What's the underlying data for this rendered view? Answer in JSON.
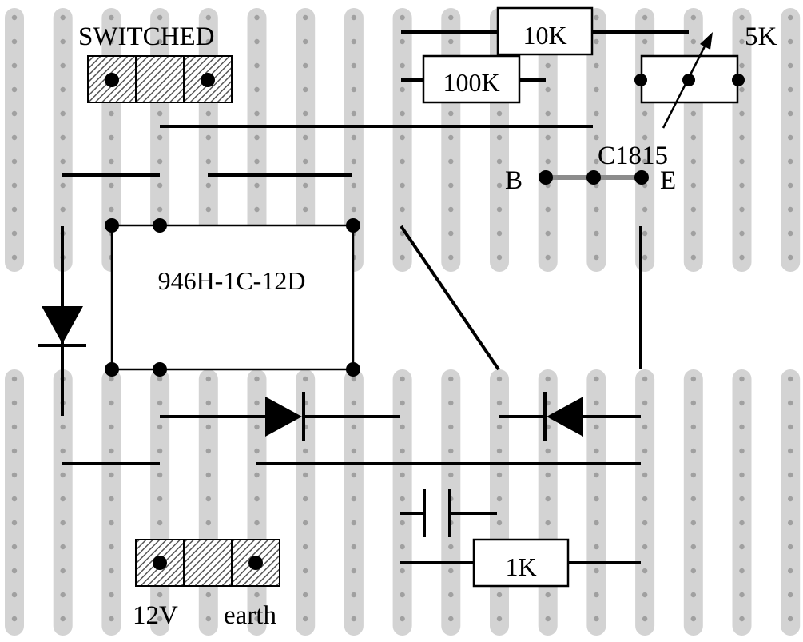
{
  "labels": {
    "switched": "SWITCHED",
    "relay": "946H-1C-12D",
    "r_10k": "10K",
    "r_100k": "100K",
    "pot_5k": "5K",
    "transistor": "C1815",
    "base": "B",
    "emitter": "E",
    "r_1k": "1K",
    "v12": "12V",
    "earth": "earth"
  },
  "colors": {
    "strip": "#d3d3d3",
    "hole": "#a0a0a0",
    "ink": "#000000",
    "hatch": "#555555",
    "transistor_link": "#8c8c8c"
  },
  "icons": {
    "diode": "diode-icon",
    "capacitor": "capacitor-icon",
    "terminal": "screw-terminal-icon"
  }
}
